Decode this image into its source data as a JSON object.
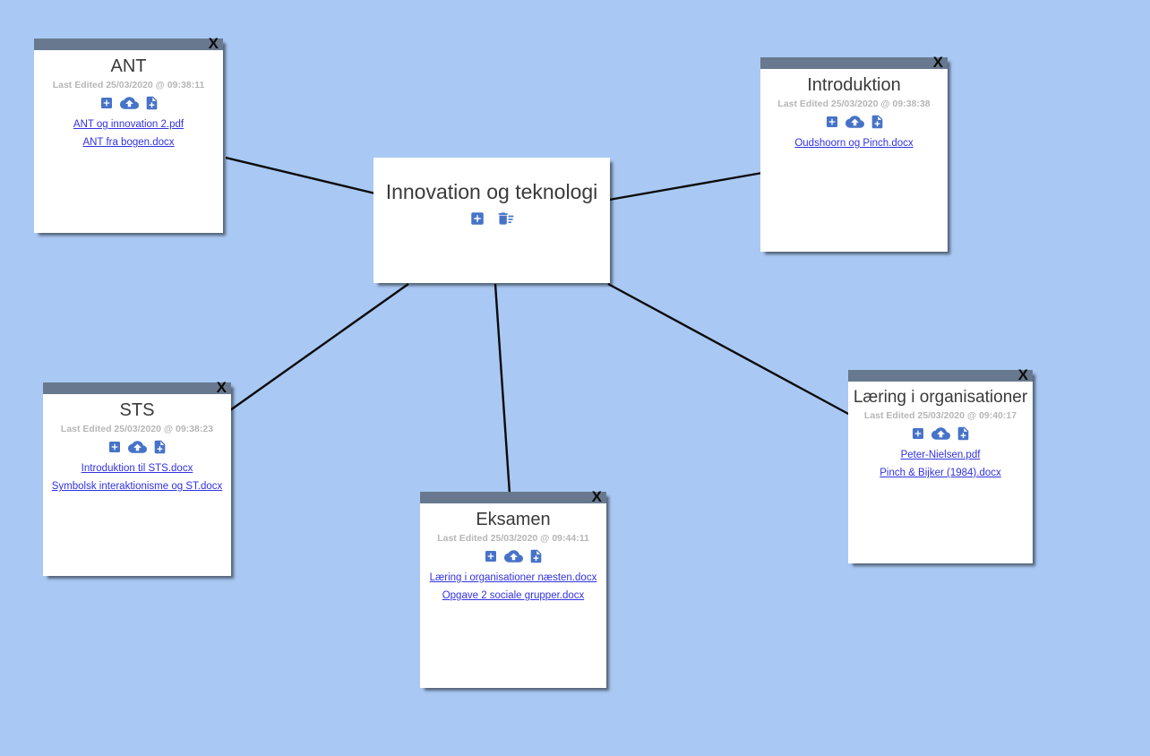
{
  "ui": {
    "close_label": "X"
  },
  "colors": {
    "background": "#a9c8f3",
    "header_bar": "#68798f",
    "icon_blue": "#4673c8",
    "link_blue": "#3232e2",
    "title_text": "#3a3a3a",
    "muted_text": "#b6b6b6",
    "connection_line": "#0b0b0b"
  },
  "central_node": {
    "title": "Innovation og teknologi",
    "icons": [
      "add-icon",
      "delete-sweep-icon"
    ]
  },
  "nodes": [
    {
      "title": "ANT",
      "last_edited": "Last Edited 25/03/2020 @ 09:38:11",
      "icons": [
        "add-icon",
        "cloud-upload-icon",
        "add-file-icon"
      ],
      "files": [
        "ANT og innovation 2.pdf",
        "ANT fra bogen.docx"
      ]
    },
    {
      "title": "Introduktion",
      "last_edited": "Last Edited 25/03/2020 @ 09:38:38",
      "icons": [
        "add-icon",
        "cloud-upload-icon",
        "add-file-icon"
      ],
      "files": [
        "Oudshoorn og Pinch.docx"
      ]
    },
    {
      "title": "STS",
      "last_edited": "Last Edited 25/03/2020 @ 09:38:23",
      "icons": [
        "add-icon",
        "cloud-upload-icon",
        "add-file-icon"
      ],
      "files": [
        "Introduktion til STS.docx",
        "Symbolsk interaktionisme og ST.docx"
      ]
    },
    {
      "title": "Eksamen",
      "last_edited": "Last Edited 25/03/2020 @ 09:44:11",
      "icons": [
        "add-icon",
        "cloud-upload-icon",
        "add-file-icon"
      ],
      "files": [
        "Læring i organisationer næsten.docx",
        "Opgave 2 sociale grupper.docx"
      ]
    },
    {
      "title": "Læring i organisationer",
      "last_edited": "Last Edited 25/03/2020 @ 09:40:17",
      "icons": [
        "add-icon",
        "cloud-upload-icon",
        "add-file-icon"
      ],
      "files": [
        "Peter-Nielsen.pdf",
        "Pinch & Bijker (1984).docx"
      ]
    }
  ]
}
